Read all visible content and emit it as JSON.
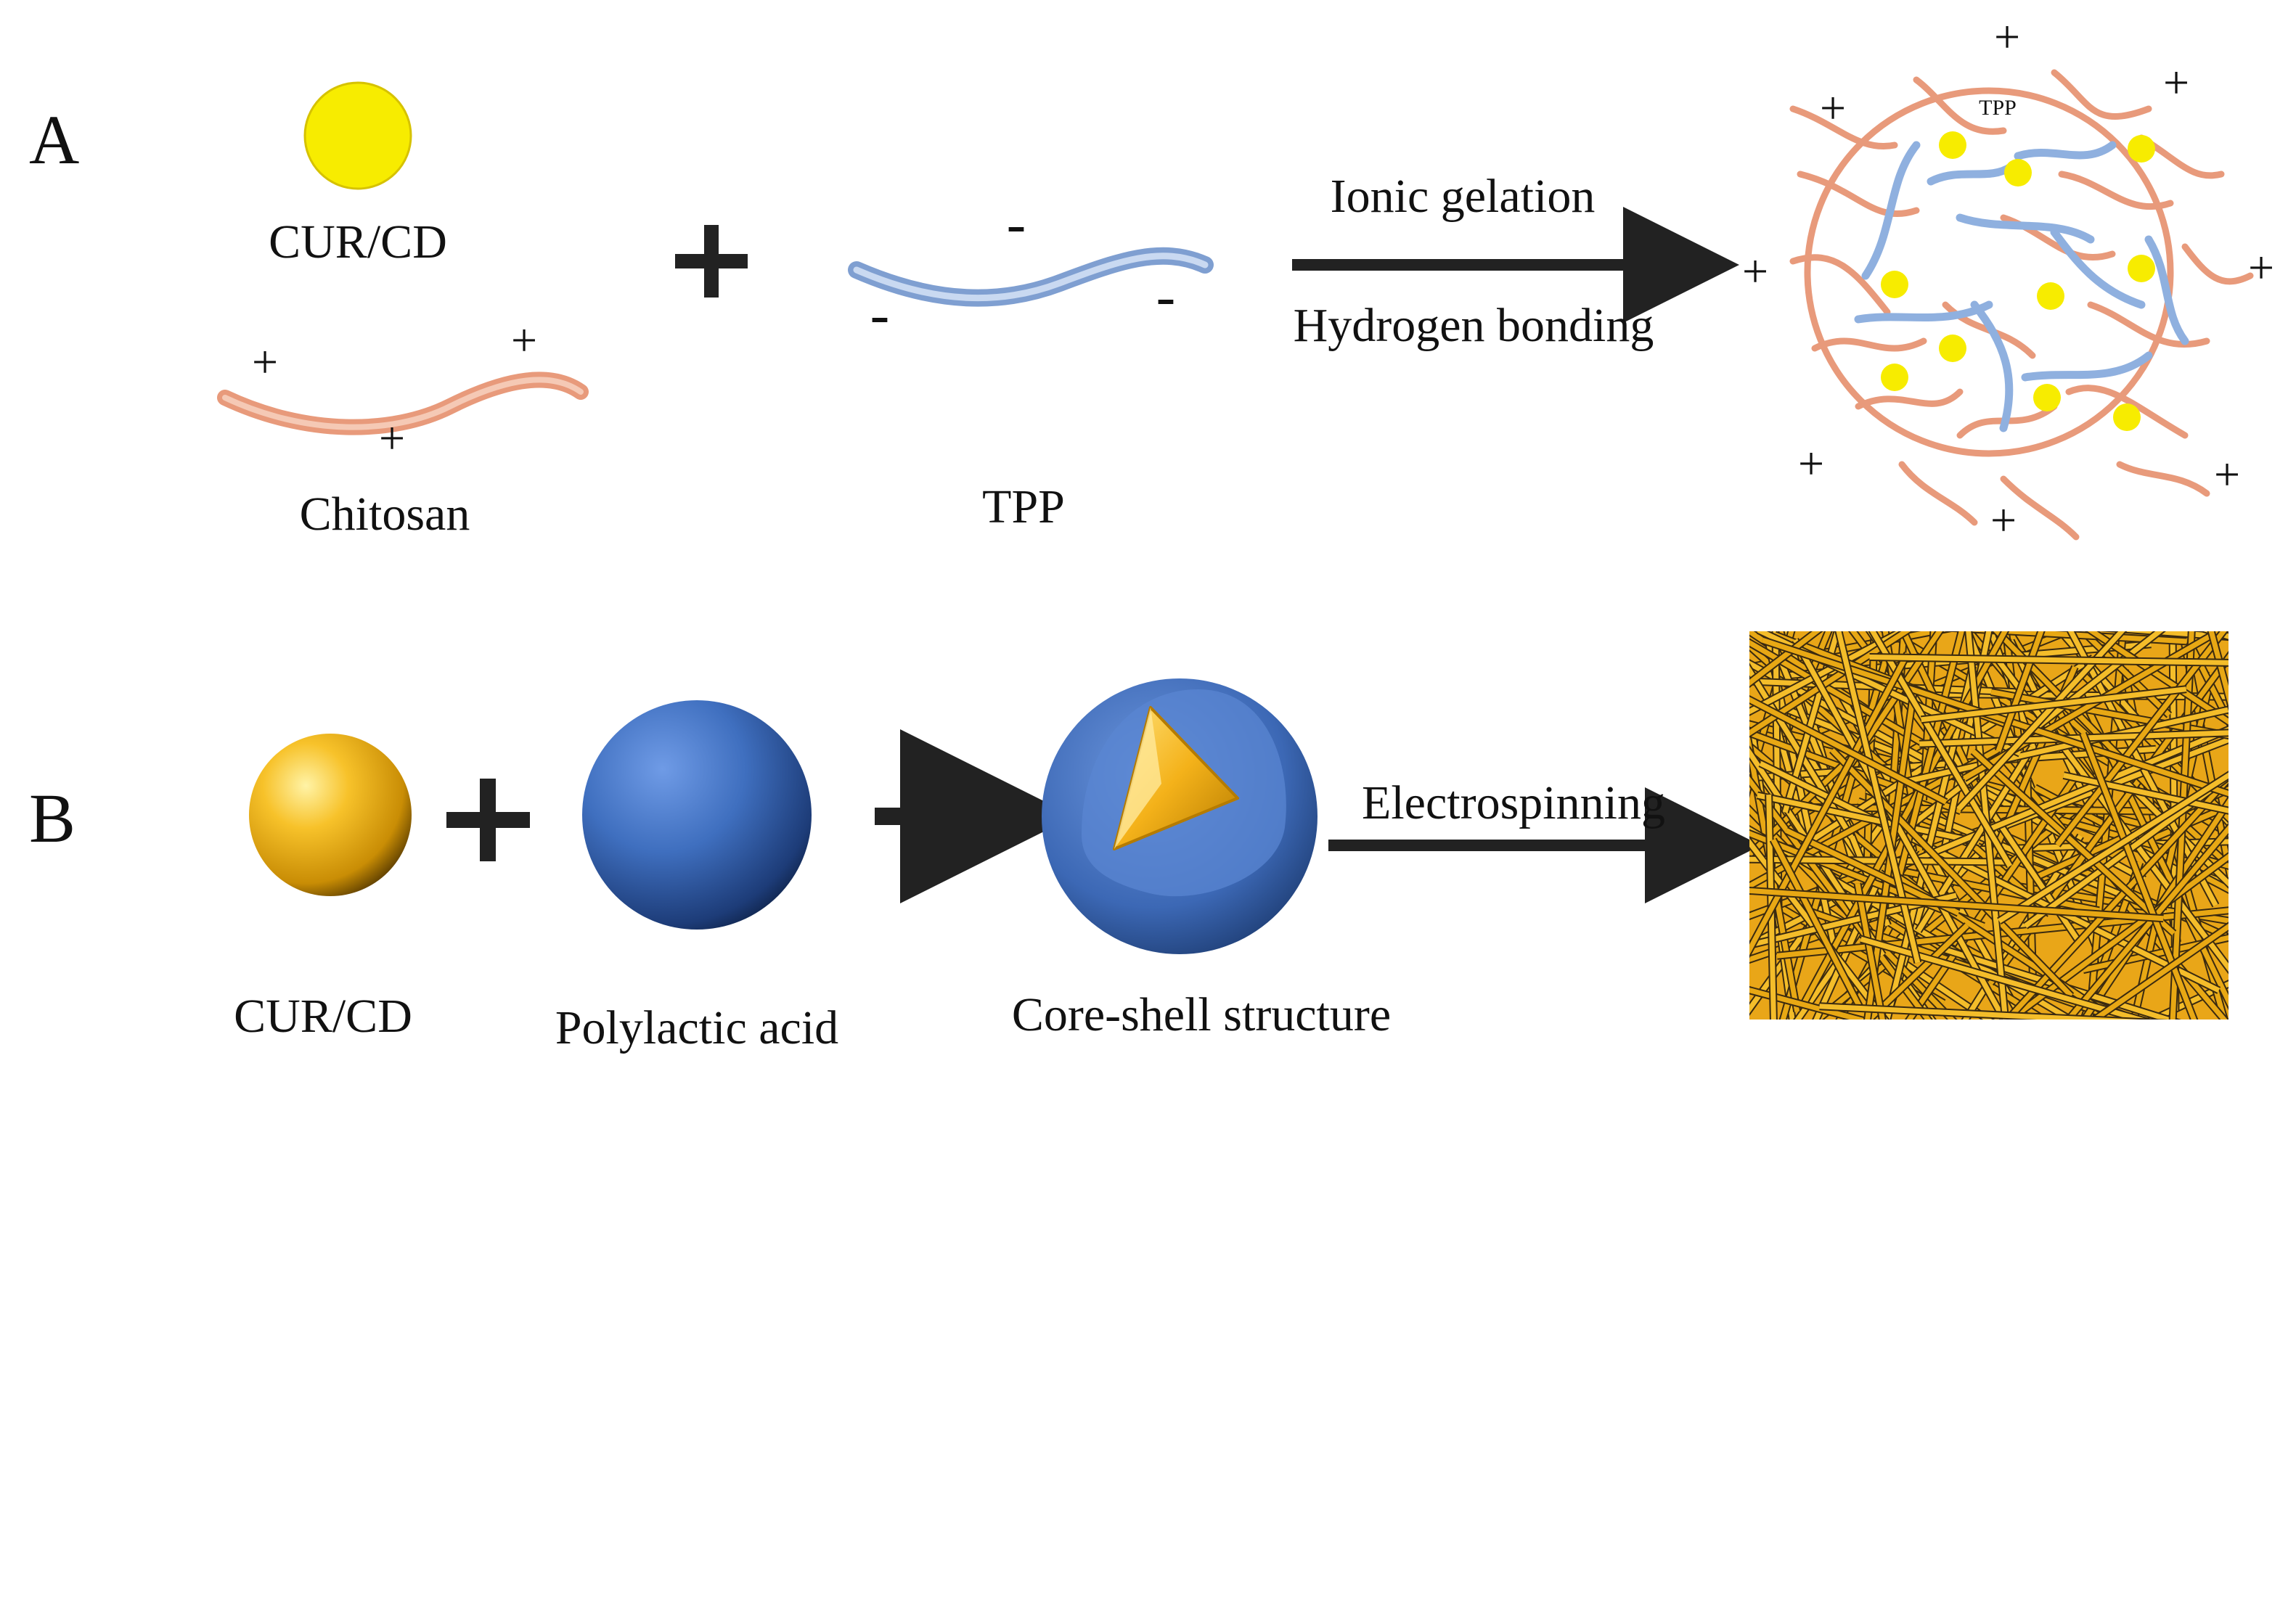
{
  "panels": {
    "a": {
      "letter": "A",
      "items": {
        "cur_cd": "CUR/CD",
        "chitosan": "Chitosan",
        "tpp": "TPP"
      },
      "plus_sign": "+",
      "positive_charge": "+",
      "negative_charge": "-",
      "arrow_label_top": "Ionic gelation",
      "arrow_label_bottom": "Hydrogen bonding",
      "product_label": "TPP"
    },
    "b": {
      "letter": "B",
      "items": {
        "cur_cd": "CUR/CD",
        "polylactic_acid": "Polylactic acid",
        "core_shell": "Core-shell structure"
      },
      "plus_sign": "+",
      "arrow_label": "Electrospinning"
    }
  },
  "colors": {
    "curcumin_yellow": "#f7ec00",
    "gold": "#f2b318",
    "chitosan": "#e89a7b",
    "tpp_blue": "#9db9e0",
    "pla_blue": "#3f6fbf",
    "arrow": "#222222"
  }
}
